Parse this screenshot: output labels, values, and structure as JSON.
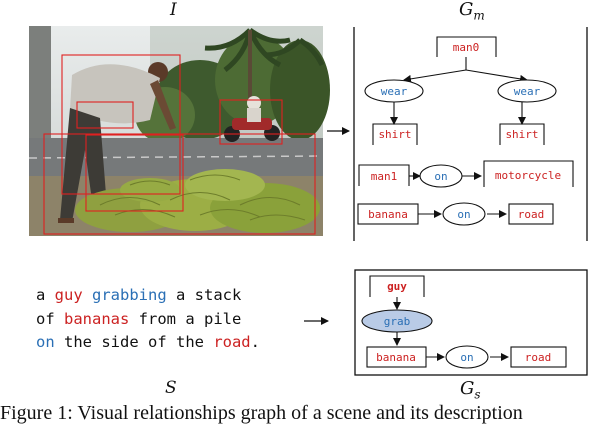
{
  "labels": {
    "image": "I",
    "gm": "G",
    "gm_sub": "m",
    "sentence": "S",
    "gs": "G",
    "gs_sub": "s"
  },
  "gm_nodes": {
    "man0": "man0",
    "wear_left": "wear",
    "wear_right": "wear",
    "shirt_left": "shirt",
    "shirt_right": "shirt",
    "man1": "man1",
    "on1": "on",
    "motorcycle": "motorcycle",
    "banana": "banana",
    "on2": "on",
    "road": "road"
  },
  "gs_nodes": {
    "guy": "guy",
    "grab": "grab",
    "banana": "banana",
    "on": "on",
    "road": "road"
  },
  "sentence": {
    "line1": [
      {
        "t": "a ",
        "c": ""
      },
      {
        "t": "guy",
        "c": "red"
      },
      {
        "t": " ",
        "c": ""
      },
      {
        "t": "grabbing",
        "c": "blue"
      },
      {
        "t": " a stack",
        "c": ""
      }
    ],
    "line2": [
      {
        "t": "of ",
        "c": ""
      },
      {
        "t": "bananas",
        "c": "red"
      },
      {
        "t": " from a pile",
        "c": ""
      }
    ],
    "line3": [
      {
        "t": "on",
        "c": "blue"
      },
      {
        "t": " the side of the ",
        "c": ""
      },
      {
        "t": "road",
        "c": "red"
      },
      {
        "t": ".",
        "c": ""
      }
    ]
  },
  "caption": "Figure 1: Visual relationships graph of a scene and its description",
  "colors": {
    "object_red": "#cc2222",
    "relation_blue": "#2a6fb5",
    "relation_fill": "#b9cbe6",
    "edge": "#111111"
  }
}
